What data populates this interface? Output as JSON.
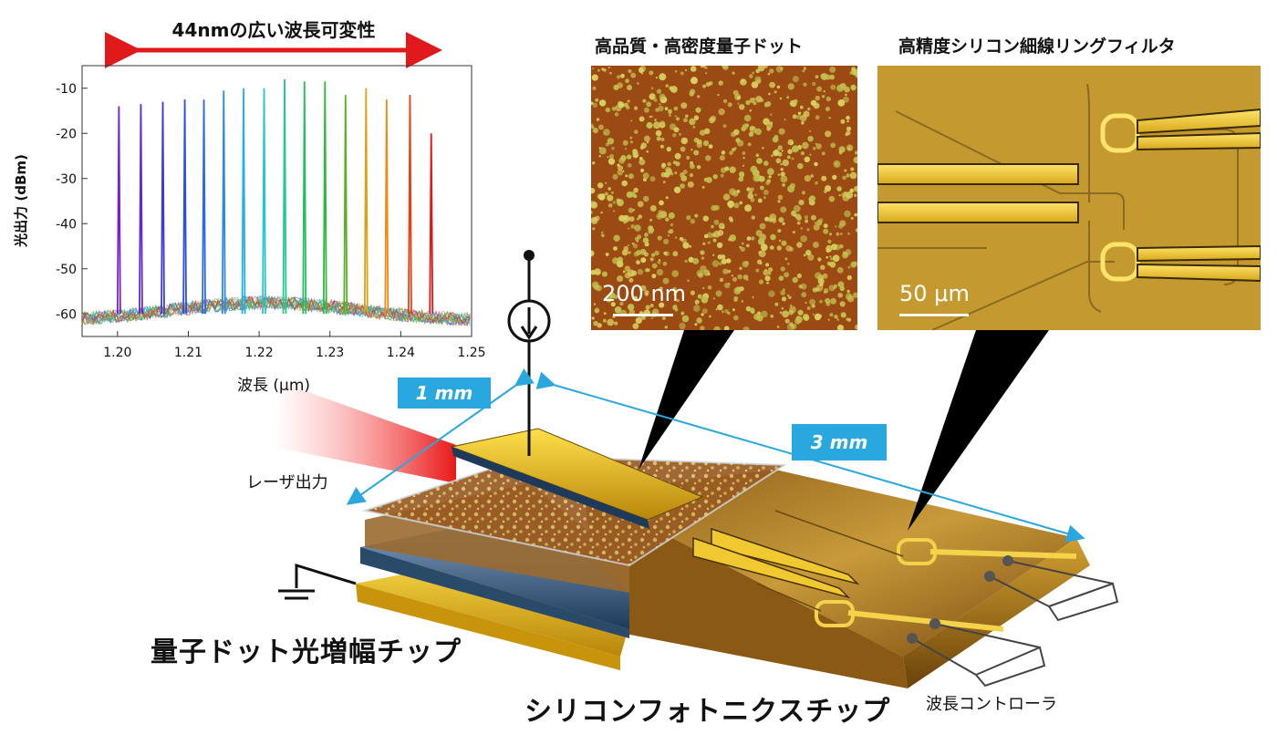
{
  "chart_data": {
    "type": "line",
    "title": "44nmの広い波長可変性",
    "xlabel": "波長 (μm)",
    "ylabel": "光出力 (dBm)",
    "xlim": [
      1.195,
      1.25
    ],
    "ylim": [
      -65,
      -5
    ],
    "xticks": [
      "1.20",
      "1.21",
      "1.22",
      "1.23",
      "1.24",
      "1.25"
    ],
    "yticks": [
      "-10",
      "-20",
      "-30",
      "-40",
      "-50",
      "-60"
    ],
    "grid": false,
    "peaks": [
      {
        "x": 1.2002,
        "y": -14,
        "color": "#7a1fd0"
      },
      {
        "x": 1.2033,
        "y": -13.5,
        "color": "#5a2ad8"
      },
      {
        "x": 1.2064,
        "y": -13,
        "color": "#3a3ae0"
      },
      {
        "x": 1.2095,
        "y": -12.5,
        "color": "#2a4ee6"
      },
      {
        "x": 1.2122,
        "y": -12.5,
        "color": "#2a6ae8"
      },
      {
        "x": 1.215,
        "y": -10.5,
        "color": "#2a8ae6"
      },
      {
        "x": 1.2178,
        "y": -10,
        "color": "#22b0e0"
      },
      {
        "x": 1.2207,
        "y": -10,
        "color": "#22c8d0"
      },
      {
        "x": 1.2236,
        "y": -8,
        "color": "#22c890"
      },
      {
        "x": 1.2264,
        "y": -8.5,
        "color": "#22c060"
      },
      {
        "x": 1.2293,
        "y": -8.5,
        "color": "#30b840"
      },
      {
        "x": 1.2322,
        "y": -11.5,
        "color": "#5ab020"
      },
      {
        "x": 1.2351,
        "y": -10,
        "color": "#e0a010"
      },
      {
        "x": 1.238,
        "y": -12.5,
        "color": "#f08a10"
      },
      {
        "x": 1.2413,
        "y": -11.5,
        "color": "#e84010"
      },
      {
        "x": 1.2443,
        "y": -20,
        "color": "#e01818"
      }
    ],
    "noise_floor_dBm": -60,
    "tuning_range_nm": 44
  },
  "images": {
    "qd": {
      "caption": "高品質・高密度量子ドット",
      "scale": "200 nm"
    },
    "ring": {
      "caption": "高精度シリコン細線リングフィルタ",
      "scale": "50 μm"
    }
  },
  "dimensions": {
    "width": "1 mm",
    "length": "3 mm"
  },
  "labels": {
    "laser_output": "レーザ出力",
    "qd_chip": "量子ドット光増幅チップ",
    "si_chip": "シリコンフォトニクスチップ",
    "wavelength_controller": "波長コントローラ"
  },
  "colors": {
    "dimension_blue": "#29a8e0",
    "gold": "#e0b01e",
    "chip_bronze": "#b8862a",
    "arrow_red": "#e01a1a"
  }
}
